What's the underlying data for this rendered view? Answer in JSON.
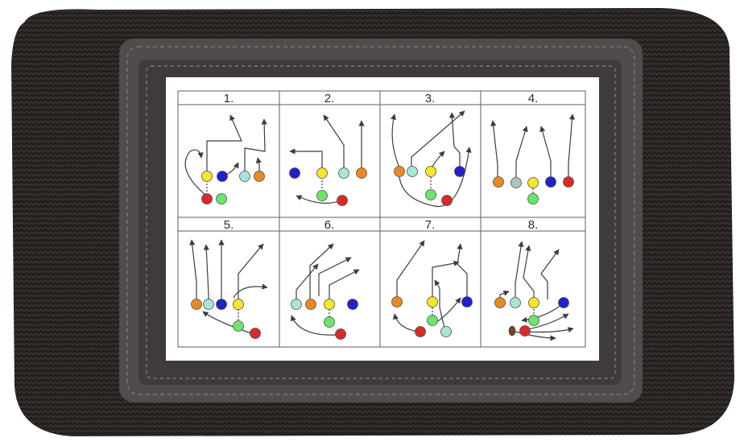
{
  "card": {
    "plays": [
      {
        "number": "1."
      },
      {
        "number": "2."
      },
      {
        "number": "3."
      },
      {
        "number": "4."
      },
      {
        "number": "5."
      },
      {
        "number": "6."
      },
      {
        "number": "7."
      },
      {
        "number": "8."
      }
    ]
  },
  "colors": {
    "band": "#2a2523",
    "trim": "#5a5756",
    "yellow": "#f4e61d",
    "blue": "#1616c8",
    "orange": "#e98316",
    "red": "#d71f1f",
    "green": "#63e463",
    "teal": "#a6e3d6",
    "route": "#333333"
  }
}
